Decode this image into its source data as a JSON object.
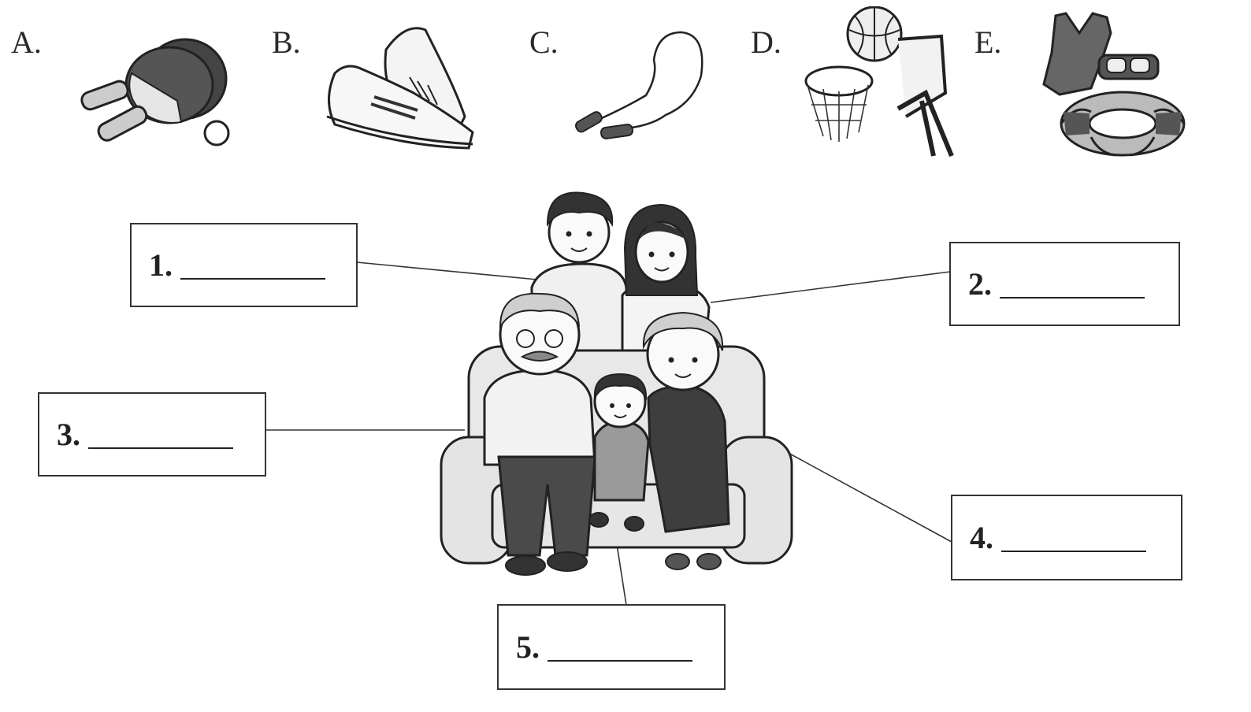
{
  "options": [
    {
      "letter": "A.",
      "icon": "ping-pong-paddles-icon"
    },
    {
      "letter": "B.",
      "icon": "sneakers-icon"
    },
    {
      "letter": "C.",
      "icon": "jump-rope-icon"
    },
    {
      "letter": "D.",
      "icon": "basketball-hoop-icon"
    },
    {
      "letter": "E.",
      "icon": "swimming-gear-icon"
    }
  ],
  "labels": [
    {
      "num": "1."
    },
    {
      "num": "2."
    },
    {
      "num": "3."
    },
    {
      "num": "4."
    },
    {
      "num": "5."
    }
  ],
  "illustration": {
    "icon": "family-on-sofa-icon"
  },
  "colors": {
    "ink": "#222222",
    "shade_dark": "#5a5a5a",
    "shade_light": "#d8d8d8"
  }
}
